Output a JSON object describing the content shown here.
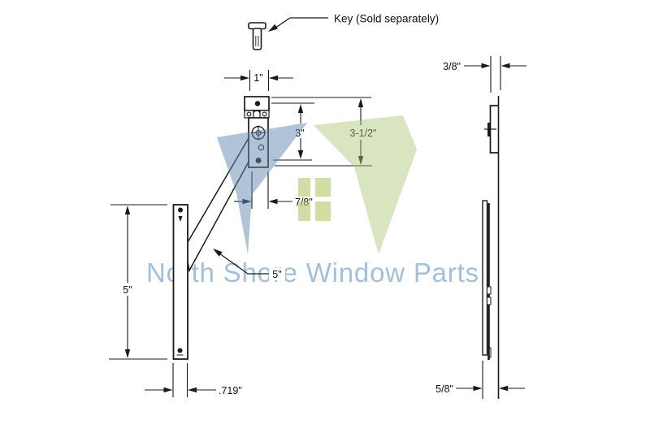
{
  "key_callout": {
    "label": "Key (Sold separately)"
  },
  "front_view": {
    "bracket": {
      "width_label": "1\"",
      "hole_spacing_label": "3\"",
      "height_label": "3-1/2\"",
      "arm_offset_label": "7/8\""
    },
    "arm": {
      "length_label": "5\""
    },
    "track": {
      "length_label": "5\"",
      "width_label": ".719\""
    }
  },
  "side_view": {
    "top_width_label": "3/8\"",
    "bottom_width_label": "5/8\""
  },
  "watermark": {
    "text": "North Shore Window Parts",
    "text_color": "#a2bfdc",
    "blue_shape_color": "rgba(100,136,176,0.5)",
    "green_shape_color": "rgba(170,196,118,0.45)",
    "pane_color": "rgba(176,200,104,0.6)"
  },
  "line_color": "#1a1a1a"
}
